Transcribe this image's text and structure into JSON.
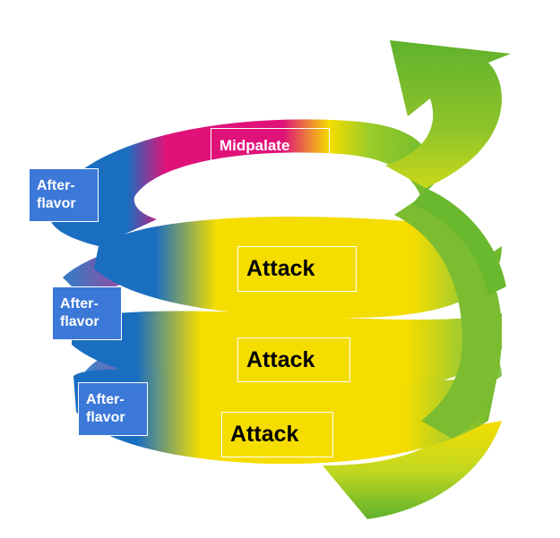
{
  "labels": {
    "midpalate": "Midpalate",
    "attack_1": "Attack",
    "attack_2": "Attack",
    "attack_3": "Attack",
    "afterflavor_1": "After-\nflavor",
    "afterflavor_2": "After-\nflavor",
    "afterflavor_3": "After-\nflavor"
  },
  "colors": {
    "attack": "#f5dd00",
    "midpalate": "#e0127a",
    "afterflavor": "#1f6fbf",
    "arrow": "#6ab82e",
    "label_box": "#3b78d8"
  }
}
